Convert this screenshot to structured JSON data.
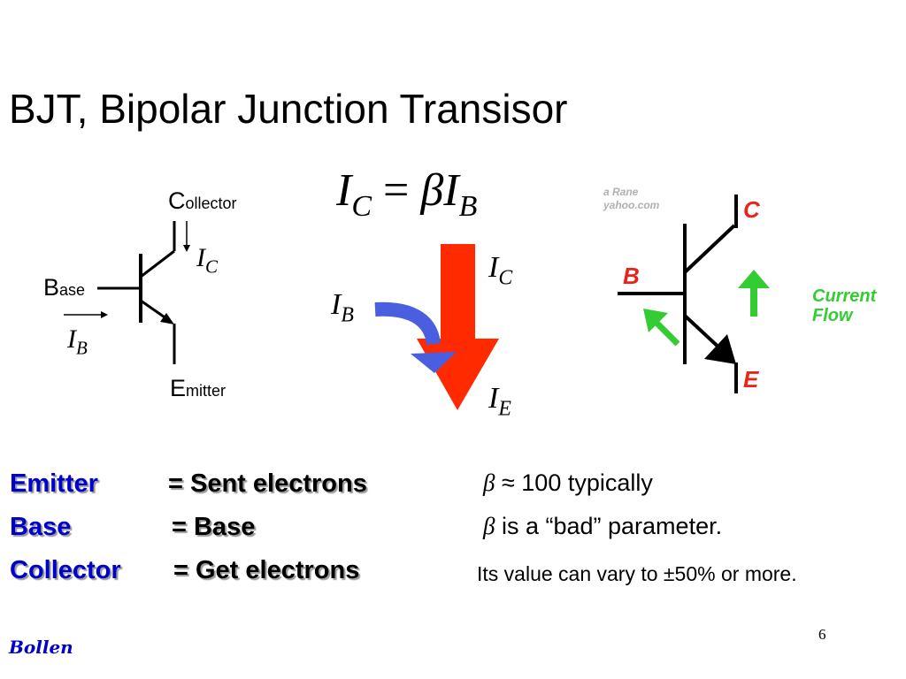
{
  "title": "BJT, Bipolar Junction Transisor",
  "left_diagram": {
    "collector_initial": "C",
    "collector_rest": "ollector",
    "base_initial": "B",
    "base_rest": "ase",
    "emitter_initial": "E",
    "emitter_rest": "mitter",
    "ic_main": "I",
    "ic_sub": "C",
    "ib_main": "I",
    "ib_sub": "B"
  },
  "equation": {
    "lhs_main": "I",
    "lhs_sub": "C",
    "equals": "=",
    "beta": "β",
    "rhs_main": "I",
    "rhs_sub": "B"
  },
  "middle_diagram": {
    "ib_main": "I",
    "ib_sub": "B",
    "ic_main": "I",
    "ic_sub": "C",
    "ie_main": "I",
    "ie_sub": "E"
  },
  "right_diagram": {
    "watermark_line1": "a Rane",
    "watermark_line2": "yahoo.com",
    "label_c": "C",
    "label_b": "B",
    "label_e": "E",
    "current_flow_line1": "Current",
    "current_flow_line2": "Flow"
  },
  "definitions": [
    {
      "term": "Emitter",
      "definition": "= Sent electrons"
    },
    {
      "term": "Base",
      "definition": "= Base"
    },
    {
      "term": "Collector",
      "definition": "= Get electrons"
    }
  ],
  "notes": {
    "beta_symbol": "β",
    "line1": "≈ 100 typically",
    "line2": "is a “bad” parameter.",
    "line3": "Its value can vary to ±50% or more."
  },
  "author": "Bollen",
  "page_number": "6",
  "colors": {
    "term_blue": "#0000cc",
    "arrow_red": "#ff2a00",
    "arrow_blue": "#4a5fe0",
    "flow_green": "#33cc33",
    "label_red": "#e8251a"
  }
}
